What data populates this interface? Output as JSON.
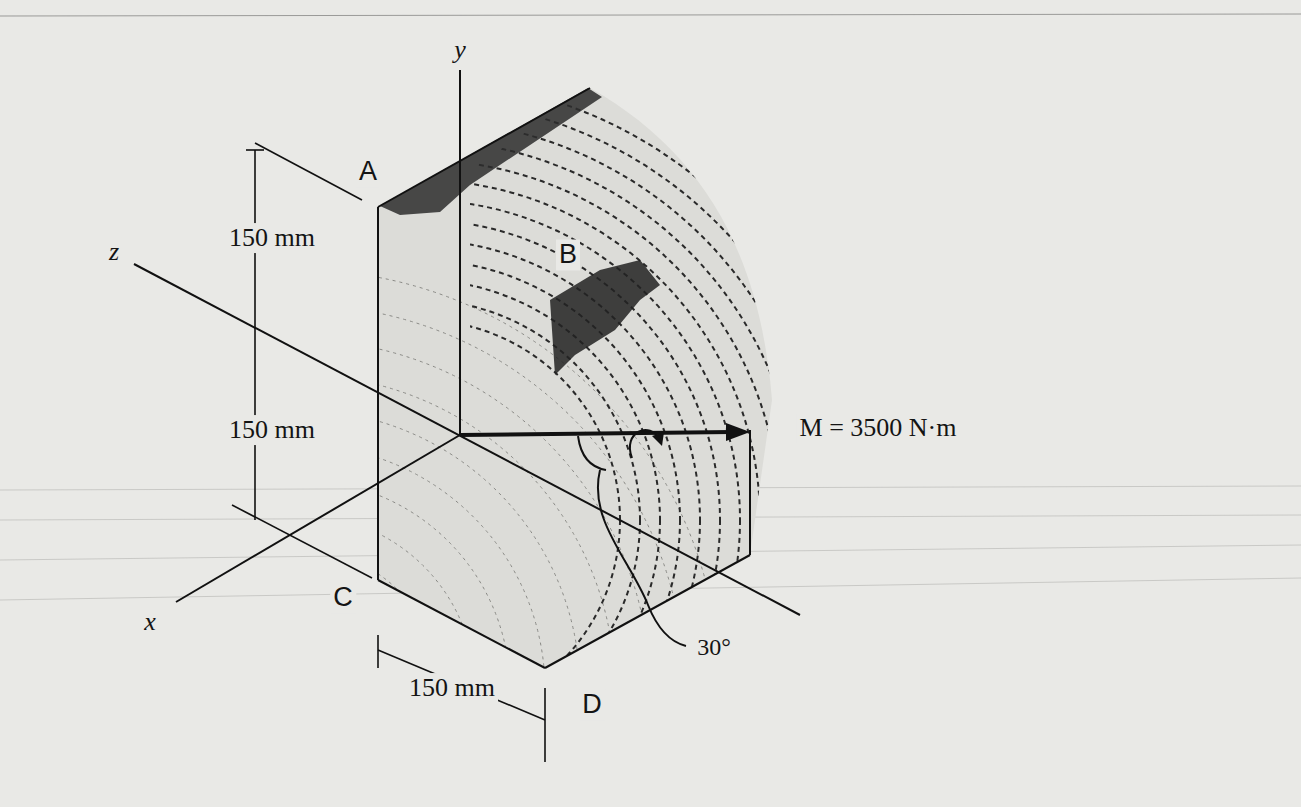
{
  "diagram": {
    "labels": [
      "y",
      "A",
      "150 mm",
      "z",
      "B",
      "150 mm",
      "M = 3500 N·m",
      "x",
      "C",
      "150 mm",
      "D",
      "30°"
    ]
  }
}
